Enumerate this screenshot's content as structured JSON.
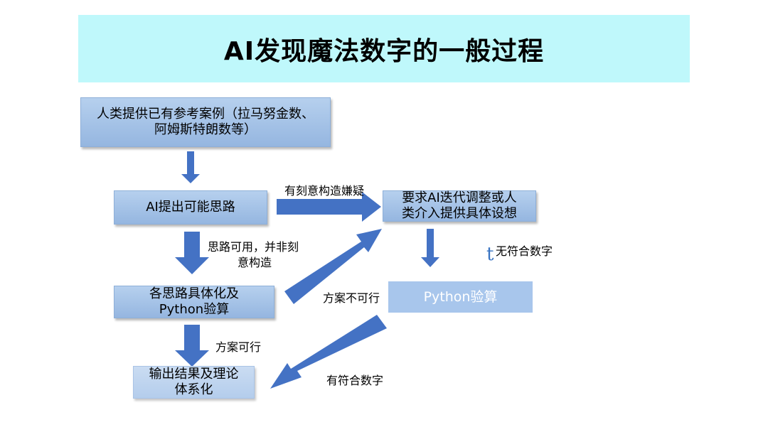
{
  "title": "AI发现魔法数字的一般过程",
  "nodes": {
    "start": {
      "line1": "人类提供已有参考案例（拉马努金数、",
      "line2": "阿姆斯特朗数等）"
    },
    "ideas": {
      "text": "AI提出可能思路"
    },
    "iterate": {
      "line1": "要求AI迭代调整或人",
      "line2": "类介入提供具体设想"
    },
    "concretize": {
      "line1": "各思路具体化及",
      "line2": "Python验算"
    },
    "verify": {
      "text": "Python验算"
    },
    "output": {
      "line1": "输出结果及理论",
      "line2": "体系化"
    }
  },
  "edge_labels": {
    "suspect": "有刻意构造嫌疑",
    "usable_line1": "思路可用，并非刻",
    "usable_line2": "意构造",
    "infeasible": "方案不可行",
    "no_match_mark": "t",
    "no_match": "无符合数字",
    "feasible": "方案可行",
    "has_match": "有符合数字"
  },
  "colors": {
    "title_bg": "#bff8fb",
    "arrow": "#4472c4",
    "box_dark": "#a5c2e8",
    "box_flat": "#a8c6ec"
  }
}
